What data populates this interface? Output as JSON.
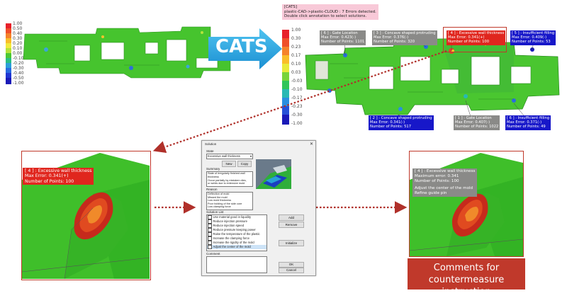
{
  "small_scale": {
    "labels": [
      "1.00",
      "0.50",
      "0.40",
      "0.30",
      "0.20",
      "0.10",
      "0.00",
      "-0.10",
      "-0.20",
      "-0.30",
      "-0.40",
      "-0.50",
      "-1.00"
    ]
  },
  "arrow_label": "CATS",
  "cats_header": {
    "line1": "[CATS]",
    "line2": "plastic-CAD->plastic-CLOUD : 7 Errors detected.",
    "line3": "Double click annotation to select solutions."
  },
  "main_scale": {
    "labels": [
      "1.00",
      "0.30",
      "0.23",
      "0.17",
      "0.10",
      "0.03",
      "-0.03",
      "-0.10",
      "-0.17",
      "-0.23",
      "-0.30",
      "-1.00"
    ]
  },
  "annotations": {
    "a6_top": [
      "[ 6 ] : Gate Location",
      "Max Error: 0.423(-)",
      "Number of Points: 1101"
    ],
    "a3_top": [
      "[ 3 ] : Concave shaped protruding",
      "Max Error: 0.376(-)",
      "Number of Points: 320"
    ],
    "a4_top": [
      "[ 4 ] : Excessive wall thickness",
      "Max Error: 0.341(+)",
      "Number of Points: 100"
    ],
    "a5_top": [
      "[ 5 ] : Insufficient filling",
      "Max Error: 0.409(-)",
      "Number of Points: 53"
    ],
    "a2_bot": [
      "[ 2 ] : Concave shaped protruding",
      "Max Error: 0.341(-)",
      "Number of Points: 517"
    ],
    "a1_bot": [
      "[ 1 ] : Gate Location",
      "Max Error: 0.407(-)",
      "Number of Points: 1022"
    ],
    "a6_bot": [
      "[ 6 ] : Insufficient filling",
      "Max Error: 0.371(-)",
      "Number of Points: 49"
    ]
  },
  "zoom_left": {
    "annotation": [
      "[ 4 ] : Excessive wall thickness",
      "Max Error: 0.341(+)",
      "Number of Points: 100"
    ]
  },
  "dialog": {
    "title": "Solution",
    "state_label": "State",
    "state_value": "Excessive wall thickness",
    "new_label": "New",
    "copy_label": "Copy",
    "summary_label": "Summary",
    "summary_lines": [
      "State of irregularly finished wall thickness",
      "Occur partially by mistaken dies,",
      "or welds due to extensive mold"
    ],
    "reason_label": "Reason",
    "reason_lines": [
      "Deflection of mold",
      "Missed the mold",
      "Low mold thickness",
      "Poor holding of the side core",
      "Low clamping force"
    ],
    "solution_label": "Solution List",
    "solutions": [
      "Use material good in liquidity",
      "Reduce injection pressure",
      "Reduce injection speed",
      "Reduce pressure keeping power",
      "Raise the temperature of the plastic",
      "Increase the clamping force",
      "Increase the rigidity of the mold",
      "Adjust the center of the mold"
    ],
    "add_label": "Add",
    "remove_label": "Remove",
    "initialize_label": "Initialize",
    "comment_label": "Comment",
    "ok_label": "OK",
    "cancel_label": "Cancel"
  },
  "zoom_right": {
    "annotation": [
      "[ 4 ] : Excessive wall thickness",
      "Maximum error: 0.341",
      "Number of Points: 100"
    ],
    "comment": [
      "Adjust the center of the mold",
      "Refine guide pin"
    ]
  },
  "caption": {
    "line1": "Comments for",
    "line2": "countermeasure instruction"
  },
  "colors": {
    "accent_red": "#c0392b",
    "arrow_blue": "#29a3e0",
    "annotation_blue": "#1717c9",
    "annotation_grey": "#8a8a88",
    "part_green": "#3fbf2a"
  }
}
